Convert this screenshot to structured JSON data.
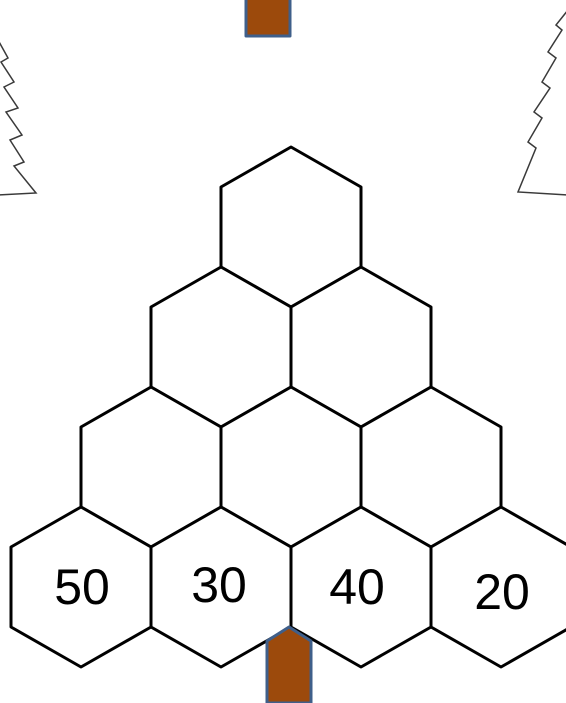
{
  "pyramid": {
    "rows": [
      [
        ""
      ],
      [
        "",
        ""
      ],
      [
        "",
        "",
        ""
      ],
      [
        "50",
        "30",
        "40",
        "20"
      ]
    ]
  },
  "colors": {
    "trunk_fill": "#9c4a0c",
    "trunk_stroke": "#3f5f8a",
    "hex_stroke": "#000000"
  }
}
